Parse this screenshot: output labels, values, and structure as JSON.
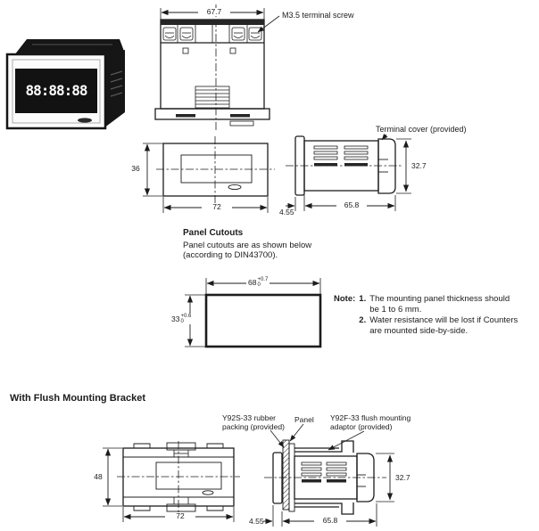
{
  "page": {
    "bg": "#ffffff",
    "ink": "#1c1c1c"
  },
  "product_photo": {
    "display_value": "88:88:88"
  },
  "top_view": {
    "width_dim": "67.7",
    "terminal_screw_label": "M3.5 terminal screw"
  },
  "front_view": {
    "height_dim": "36",
    "width_dim": "72"
  },
  "side_view": {
    "terminal_cover_label": "Terminal cover (provided)",
    "height_dim": "32.7",
    "body_depth_dim": "65.8",
    "bezel_depth_dim": "4.55"
  },
  "panel_cutouts": {
    "heading": "Panel Cutouts",
    "desc_line1": "Panel cutouts are as shown below",
    "desc_line2": "(according to DIN43700).",
    "width_dim": {
      "value": "68",
      "tol_plus": "+0.7",
      "tol_minus": "0"
    },
    "height_dim": {
      "value": "33",
      "tol_plus": "+0.6",
      "tol_minus": "0"
    }
  },
  "note": {
    "label": "Note:",
    "items": [
      {
        "num": "1.",
        "line1": "The mounting panel thickness should",
        "line2": "be 1 to 6 mm."
      },
      {
        "num": "2.",
        "line1": "Water resistance will be lost if Counters",
        "line2": "are mounted side-by-side."
      }
    ]
  },
  "flush_mounting": {
    "heading": "With Flush Mounting Bracket",
    "rubber_packing_label_line1": "Y92S-33 rubber",
    "rubber_packing_label_line2": "packing (provided)",
    "panel_label": "Panel",
    "adaptor_label_line1": "Y92F-33 flush mounting",
    "adaptor_label_line2": "adaptor (provided)",
    "front_view": {
      "height_dim": "48",
      "width_dim": "72"
    },
    "side_view": {
      "height_dim": "32.7",
      "body_depth_dim": "65.8",
      "bezel_depth_dim": "4.55"
    }
  }
}
